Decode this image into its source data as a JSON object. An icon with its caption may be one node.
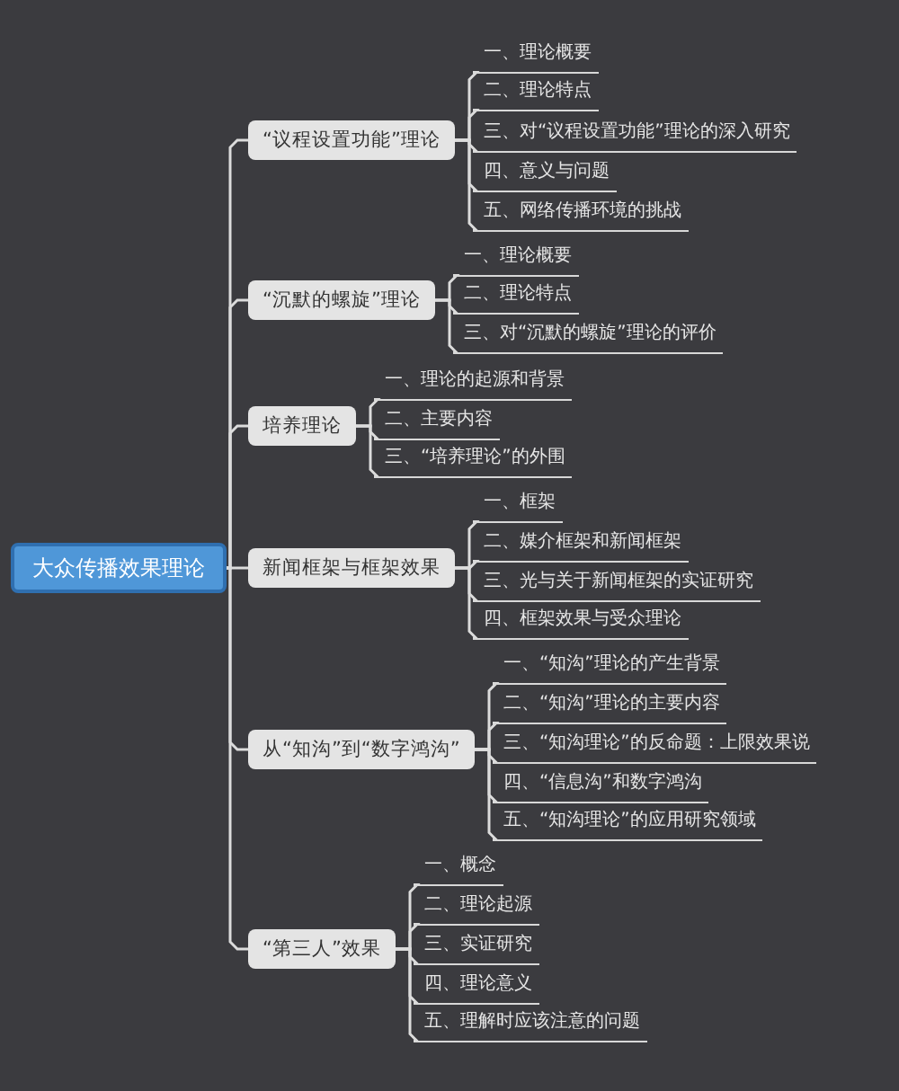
{
  "diagram": {
    "nodes": [
      {
        "text": [
          "大众传播效果理论"
        ]
      },
      {
        "text": [
          "“议程设置功能”理论"
        ]
      },
      {
        "text": [
          "一、理论概要"
        ]
      },
      {
        "text": [
          "二、理论特点"
        ]
      },
      {
        "text": [
          "三、对“议程设置功能”理论的深入研究"
        ]
      },
      {
        "text": [
          "四、意义与问题"
        ]
      },
      {
        "text": [
          "五、网络传播环境的挑战"
        ]
      },
      {
        "text": [
          "“沉默的螺旋”理论"
        ]
      },
      {
        "text": [
          "一、理论概要"
        ]
      },
      {
        "text": [
          "二、理论特点"
        ]
      },
      {
        "text": [
          "三、对“沉默的螺旋”理论的评价"
        ]
      },
      {
        "text": [
          "培养理论"
        ]
      },
      {
        "text": [
          "一、理论的起源和背景"
        ]
      },
      {
        "text": [
          "二、主要内容"
        ]
      },
      {
        "text": [
          "三、“培养理论”的外围"
        ]
      },
      {
        "text": [
          "新闻框架与框架效果"
        ]
      },
      {
        "text": [
          "一、框架"
        ]
      },
      {
        "text": [
          "二、媒介框架和新闻框架"
        ]
      },
      {
        "text": [
          "三、光与关于新闻框架的实证研究"
        ]
      },
      {
        "text": [
          "四、框架效果与受众理论"
        ]
      },
      {
        "text": [
          "从“知沟”到“数字鸿沟”"
        ]
      },
      {
        "text": [
          "一、“知沟”理论的产生背景"
        ]
      },
      {
        "text": [
          "二、“知沟”理论的主要内容"
        ]
      },
      {
        "text": [
          "三、“知沟理论”的反命题：上限效果说"
        ]
      },
      {
        "text": [
          "四、“信息沟”和数字鸿沟"
        ]
      },
      {
        "text": [
          "五、“知沟理论”的应用研究领域"
        ]
      },
      {
        "text": [
          "“第三人”效果"
        ]
      },
      {
        "text": [
          "一、概念"
        ]
      },
      {
        "text": [
          "二、理论起源"
        ]
      },
      {
        "text": [
          "三、实证研究"
        ]
      },
      {
        "text": [
          "四、理论意义"
        ]
      },
      {
        "text": [
          "五、理解时应该注意的问题"
        ]
      }
    ],
    "edges": [
      {
        "from": 0,
        "to": 1,
        "arrow": "none"
      },
      {
        "from": 0,
        "to": 7,
        "arrow": "none"
      },
      {
        "from": 0,
        "to": 11,
        "arrow": "none"
      },
      {
        "from": 0,
        "to": 15,
        "arrow": "none"
      },
      {
        "from": 0,
        "to": 20,
        "arrow": "none"
      },
      {
        "from": 0,
        "to": 26,
        "arrow": "none"
      },
      {
        "from": 1,
        "to": 2,
        "arrow": "none"
      },
      {
        "from": 1,
        "to": 3,
        "arrow": "none"
      },
      {
        "from": 1,
        "to": 4,
        "arrow": "none"
      },
      {
        "from": 1,
        "to": 5,
        "arrow": "none"
      },
      {
        "from": 1,
        "to": 6,
        "arrow": "none"
      },
      {
        "from": 7,
        "to": 8,
        "arrow": "none"
      },
      {
        "from": 7,
        "to": 9,
        "arrow": "none"
      },
      {
        "from": 7,
        "to": 10,
        "arrow": "none"
      },
      {
        "from": 11,
        "to": 12,
        "arrow": "none"
      },
      {
        "from": 11,
        "to": 13,
        "arrow": "none"
      },
      {
        "from": 11,
        "to": 14,
        "arrow": "none"
      },
      {
        "from": 15,
        "to": 16,
        "arrow": "none"
      },
      {
        "from": 15,
        "to": 17,
        "arrow": "none"
      },
      {
        "from": 15,
        "to": 18,
        "arrow": "none"
      },
      {
        "from": 15,
        "to": 19,
        "arrow": "none"
      },
      {
        "from": 20,
        "to": 21,
        "arrow": "none"
      },
      {
        "from": 20,
        "to": 22,
        "arrow": "none"
      },
      {
        "from": 20,
        "to": 23,
        "arrow": "none"
      },
      {
        "from": 20,
        "to": 24,
        "arrow": "none"
      },
      {
        "from": 20,
        "to": 25,
        "arrow": "none"
      },
      {
        "from": 26,
        "to": 27,
        "arrow": "none"
      },
      {
        "from": 26,
        "to": 28,
        "arrow": "none"
      },
      {
        "from": 26,
        "to": 29,
        "arrow": "none"
      },
      {
        "from": 26,
        "to": 30,
        "arrow": "none"
      },
      {
        "from": 26,
        "to": 31,
        "arrow": "none"
      }
    ]
  }
}
